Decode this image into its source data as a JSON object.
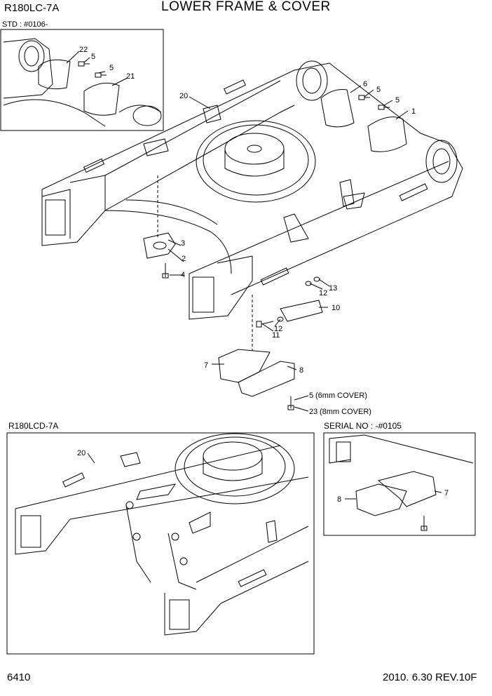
{
  "header": {
    "model": "R180LC-7A",
    "title": "LOWER FRAME & COVER"
  },
  "insets": {
    "std_label": "STD : #0106-",
    "lcd_label": "R180LCD-7A",
    "serial_label": "SERIAL NO : -#0105"
  },
  "callouts": {
    "c1": "1",
    "c2": "2",
    "c3": "3",
    "c4": "4",
    "c5a": "5",
    "c5b": "5",
    "c5c": "5",
    "c5d": "5",
    "c6": "6",
    "c7a": "7",
    "c7b": "7",
    "c8a": "8",
    "c8b": "8",
    "c10": "10",
    "c11": "11",
    "c12a": "12",
    "c12b": "12",
    "c13": "13",
    "c20a": "20",
    "c20b": "20",
    "c21": "21",
    "c22": "22",
    "c23": "23",
    "note6mm": "(6mm COVER)",
    "note8mm": "(8mm COVER)"
  },
  "footer": {
    "page_number": "6410",
    "date_rev": "2010. 6.30  REV.10F"
  }
}
